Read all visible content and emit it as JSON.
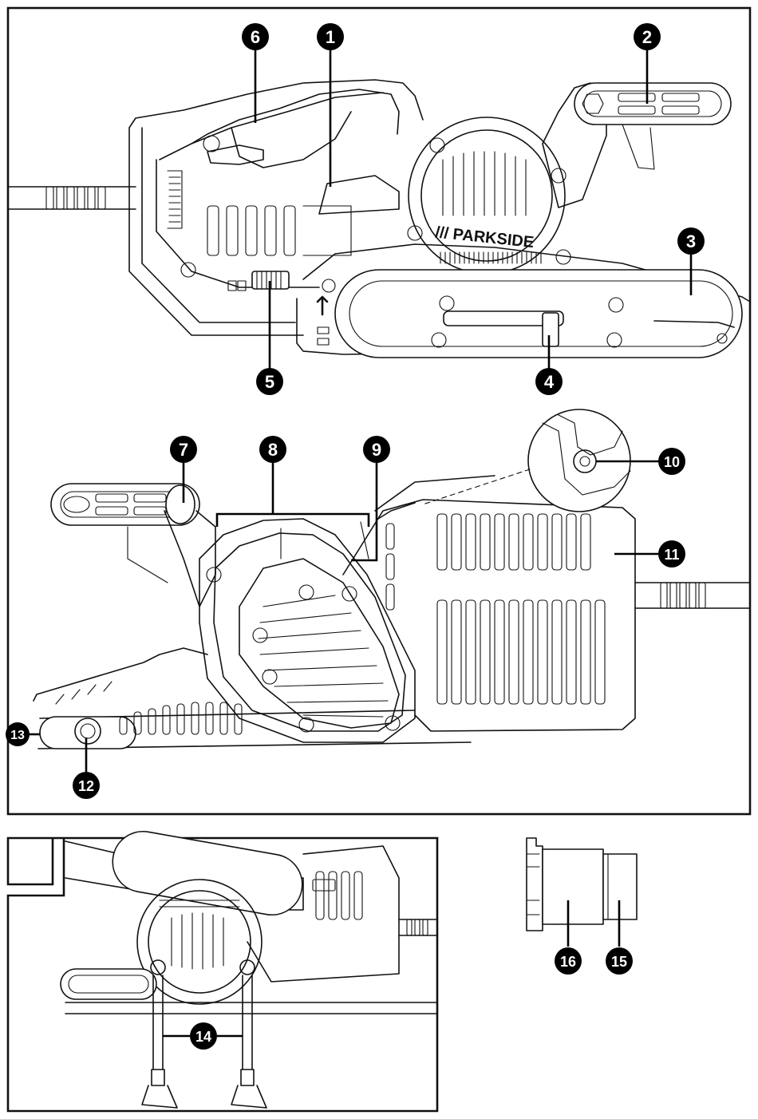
{
  "figure": {
    "brand": "/// PARKSIDE",
    "callouts": [
      {
        "id": "callout-1",
        "label": "1"
      },
      {
        "id": "callout-2",
        "label": "2"
      },
      {
        "id": "callout-3",
        "label": "3"
      },
      {
        "id": "callout-4",
        "label": "4"
      },
      {
        "id": "callout-5",
        "label": "5"
      },
      {
        "id": "callout-6",
        "label": "6"
      },
      {
        "id": "callout-7",
        "label": "7"
      },
      {
        "id": "callout-8",
        "label": "8"
      },
      {
        "id": "callout-9",
        "label": "9"
      },
      {
        "id": "callout-10",
        "label": "10"
      },
      {
        "id": "callout-11",
        "label": "11"
      },
      {
        "id": "callout-12",
        "label": "12"
      },
      {
        "id": "callout-13",
        "label": "13"
      },
      {
        "id": "callout-14",
        "label": "14"
      },
      {
        "id": "callout-15",
        "label": "15"
      },
      {
        "id": "callout-16",
        "label": "16"
      }
    ]
  },
  "colors": {
    "ink": "#111111",
    "paper": "#ffffff"
  }
}
